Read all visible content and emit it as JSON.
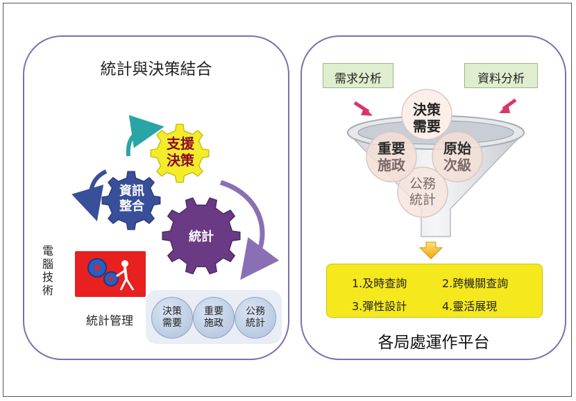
{
  "left_panel": {
    "title": "統計與決策結合",
    "gears": {
      "support": [
        "支援",
        "決策"
      ],
      "integration": [
        "資訊",
        "整合"
      ],
      "stats": "統計"
    },
    "computer_tech": "電腦技術",
    "stats_mgmt": "統計管理",
    "chips": [
      [
        "決策",
        "需要"
      ],
      [
        "重要",
        "施政"
      ],
      [
        "公務",
        "統計"
      ]
    ]
  },
  "right_panel": {
    "input_left": "需求分析",
    "input_right": "資料分析",
    "funnel_circles": {
      "top": [
        "決策",
        "需要"
      ],
      "left": [
        "重要",
        "施政"
      ],
      "right": [
        "原始",
        "次級"
      ],
      "bottom": [
        "公務",
        "統計"
      ]
    },
    "features": [
      "1.及時查詢",
      "2.跨機關查詢",
      "3.彈性設計",
      "4.靈活展現"
    ],
    "platform_title": "各局處運作平台"
  },
  "colors": {
    "panel_border": "#7b6fb0",
    "gear_yellow": "#f3ec2a",
    "gear_blue": "#3a4f9a",
    "gear_purple": "#6a3a84",
    "arrow_teal": "#2aa5a5",
    "arrow_purple": "#8a6fb5",
    "input_box": "#dfeecf",
    "feature_box": "#f5e81c",
    "pink_arrow": "#d9356a"
  }
}
